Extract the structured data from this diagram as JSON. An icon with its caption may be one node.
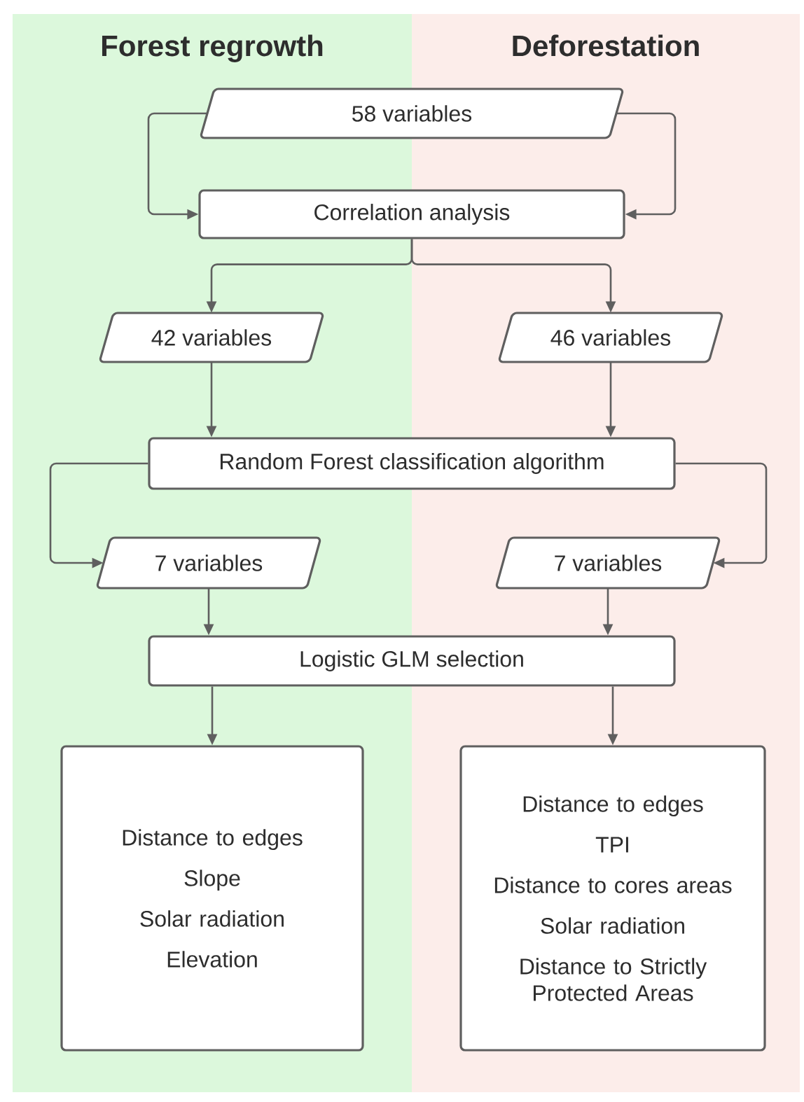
{
  "diagram": {
    "nodes": [
      {
        "text": [
          "Forest regrowth"
        ]
      },
      {
        "text": [
          "Deforestation"
        ]
      },
      {
        "text": [
          "58 variables"
        ]
      },
      {
        "text": [
          "Correlation analysis"
        ]
      },
      {
        "text": [
          "42 variables"
        ],
        "in": 0
      },
      {
        "text": [
          "46 variables"
        ],
        "in": 1
      },
      {
        "text": [
          "Random Forest classification algorithm"
        ]
      },
      {
        "text": [
          "7 variables"
        ],
        "in": 0
      },
      {
        "text": [
          "7 variables"
        ],
        "in": 1
      },
      {
        "text": [
          "Logistic GLM selection"
        ]
      },
      {
        "text": [
          "Distance to edges",
          "Slope",
          "Solar radiation",
          "Elevation"
        ],
        "in": 0
      },
      {
        "text": [
          "Distance to edges",
          "TPI",
          "Distance to cores areas",
          "Solar radiation",
          "Distance to Strictly Protected Areas"
        ],
        "in": 1
      }
    ],
    "edges": [
      {
        "from": 2,
        "to": 3,
        "arrow": "to"
      },
      {
        "from": 2,
        "to": 3,
        "arrow": "to"
      },
      {
        "from": 3,
        "to": 4,
        "arrow": "to"
      },
      {
        "from": 3,
        "to": 5,
        "arrow": "to"
      },
      {
        "from": 4,
        "to": 6,
        "arrow": "to"
      },
      {
        "from": 5,
        "to": 6,
        "arrow": "to"
      },
      {
        "from": 6,
        "to": 7,
        "arrow": "to"
      },
      {
        "from": 6,
        "to": 8,
        "arrow": "to"
      },
      {
        "from": 7,
        "to": 9,
        "arrow": "to"
      },
      {
        "from": 8,
        "to": 9,
        "arrow": "to"
      },
      {
        "from": 9,
        "to": 10,
        "arrow": "to"
      },
      {
        "from": 9,
        "to": 11,
        "arrow": "to"
      }
    ]
  }
}
